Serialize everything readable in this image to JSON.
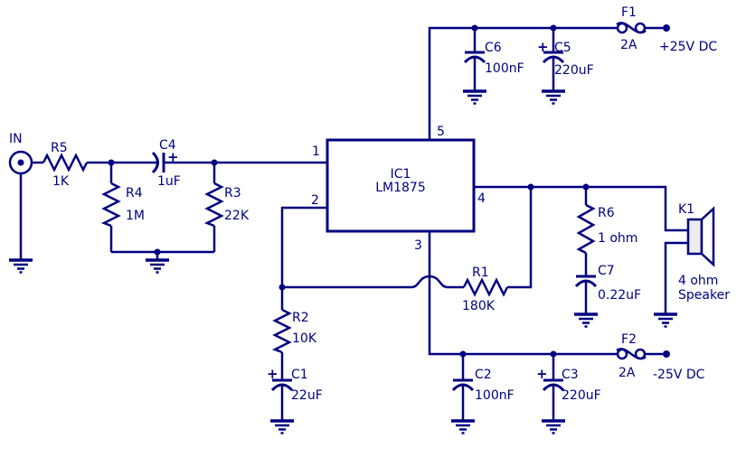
{
  "colors": {
    "ink": "#000080",
    "background": "#ffffff",
    "speaker_fill": "#ececec"
  },
  "input": {
    "label": "IN"
  },
  "ic1": {
    "ref": "IC1",
    "part": "LM1875",
    "pins": {
      "p1": "1",
      "p2": "2",
      "p3": "3",
      "p4": "4",
      "p5": "5"
    }
  },
  "resistors": {
    "r5": {
      "ref": "R5",
      "value": "1K"
    },
    "r4": {
      "ref": "R4",
      "value": "1M"
    },
    "r3": {
      "ref": "R3",
      "value": "22K"
    },
    "r2": {
      "ref": "R2",
      "value": "10K"
    },
    "r1": {
      "ref": "R1",
      "value": "180K"
    },
    "r6": {
      "ref": "R6",
      "value": "1 ohm"
    }
  },
  "capacitors": {
    "c4": {
      "ref": "C4",
      "value": "1uF",
      "polarity": "+"
    },
    "c6": {
      "ref": "C6",
      "value": "100nF"
    },
    "c5": {
      "ref": "C5",
      "value": "220uF",
      "polarity": "+"
    },
    "c1": {
      "ref": "C1",
      "value": "22uF",
      "polarity": "+"
    },
    "c2": {
      "ref": "C2",
      "value": "100nF"
    },
    "c3": {
      "ref": "C3",
      "value": "220uF",
      "polarity": "+"
    },
    "c7": {
      "ref": "C7",
      "value": "0.22uF"
    }
  },
  "fuses": {
    "f1": {
      "ref": "F1",
      "value": "2A"
    },
    "f2": {
      "ref": "F2",
      "value": "2A"
    }
  },
  "power": {
    "positive_rail": "+25V DC",
    "negative_rail": "-25V DC"
  },
  "speaker": {
    "ref": "K1",
    "impedance": "4 ohm",
    "type": "Speaker"
  }
}
